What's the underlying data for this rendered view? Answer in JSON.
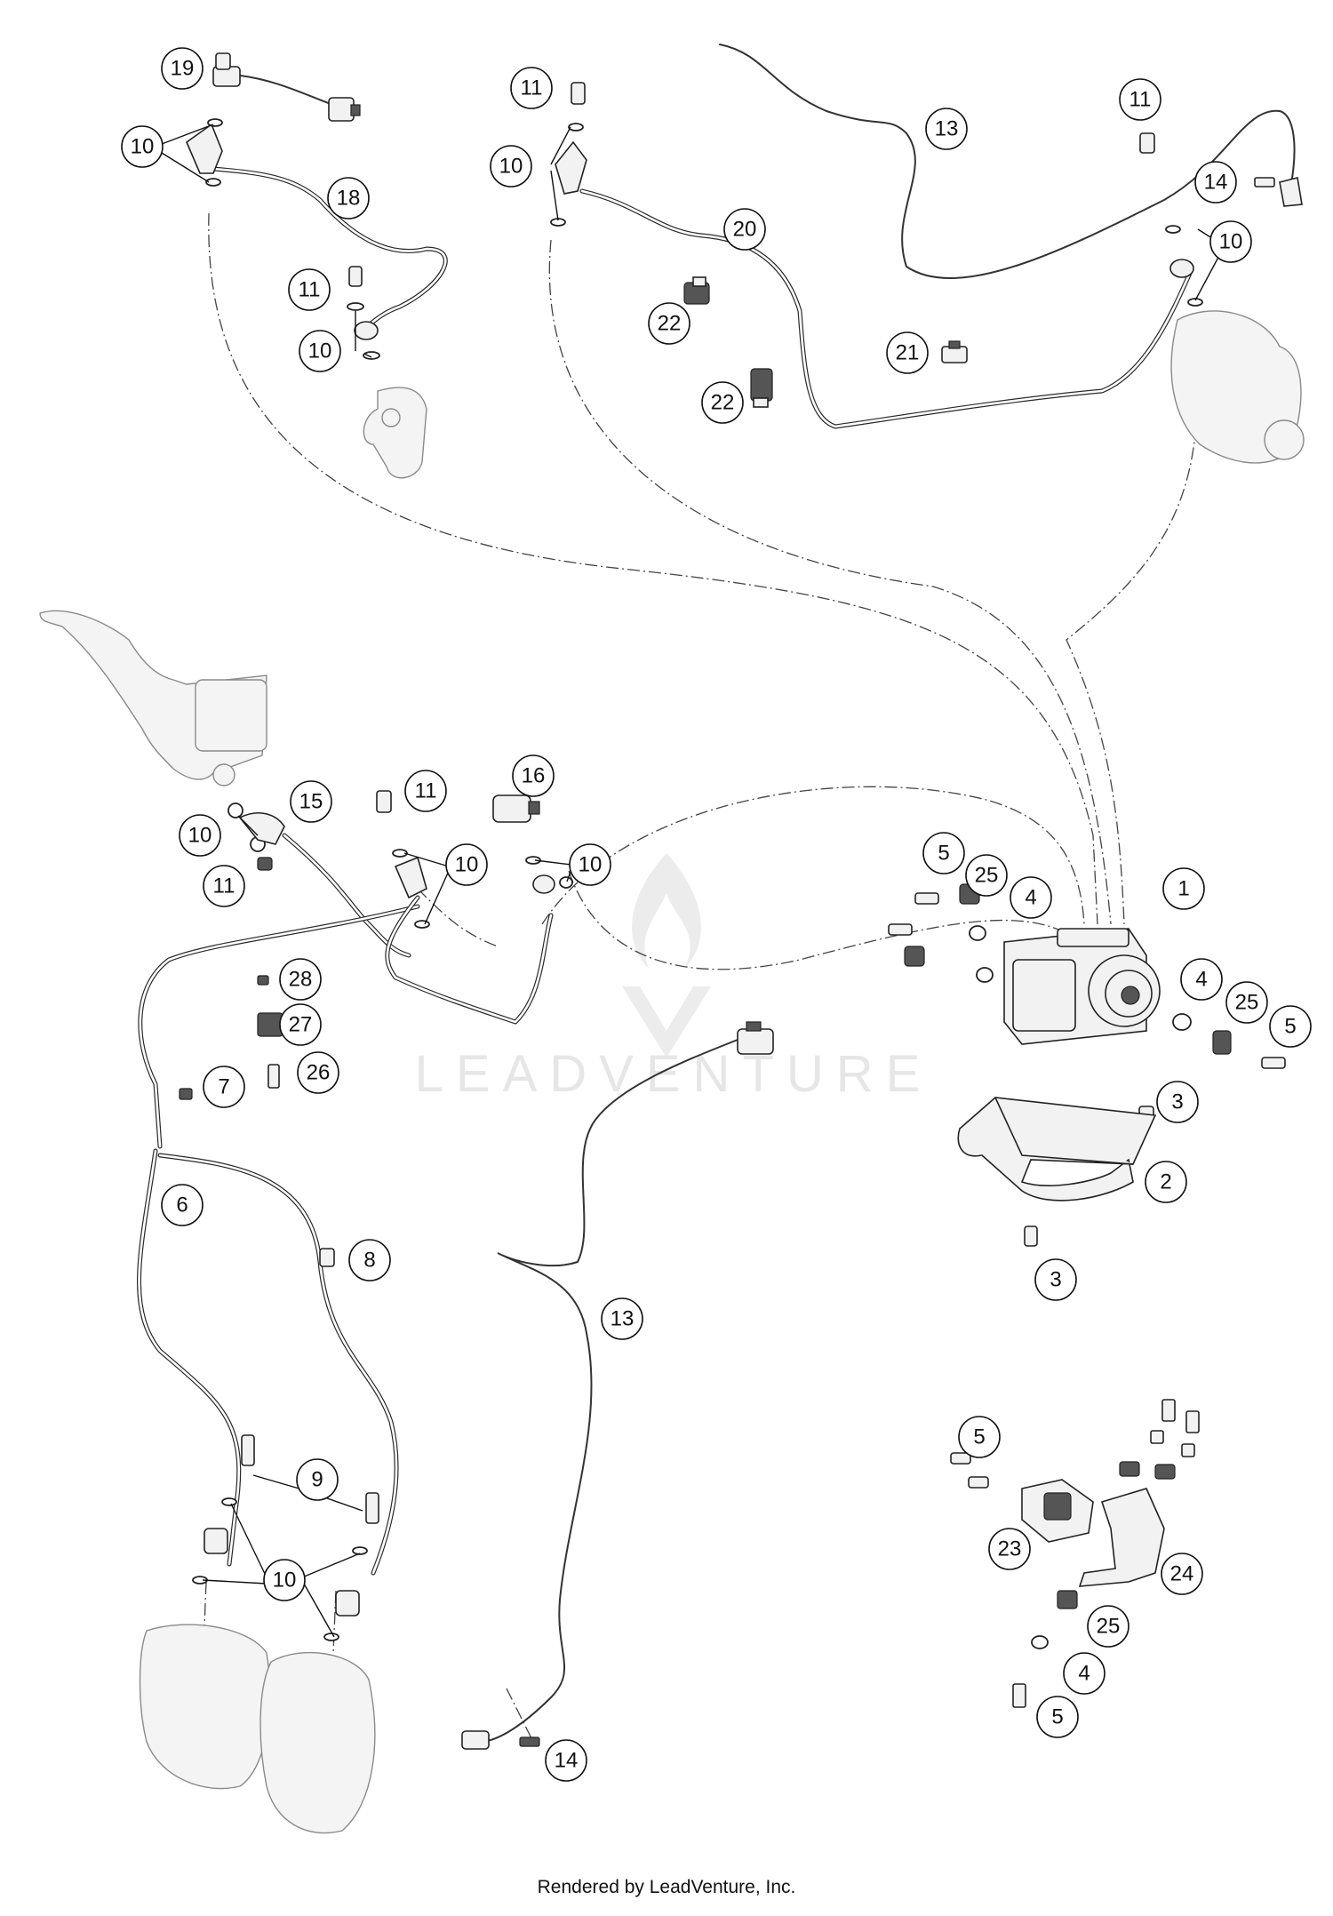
{
  "watermark": "LEADVENTURE",
  "footer": "Rendered by LeadVenture, Inc.",
  "callouts": [
    "19",
    "10",
    "18",
    "11",
    "10",
    "11",
    "10",
    "20",
    "22",
    "22",
    "13",
    "21",
    "11",
    "14",
    "10",
    "10",
    "11",
    "15",
    "11",
    "10",
    "11",
    "10",
    "16",
    "10",
    "28",
    "27",
    "26",
    "7",
    "6",
    "8",
    "9",
    "9",
    "10",
    "13",
    "14",
    "5",
    "25",
    "4",
    "1",
    "4",
    "25",
    "5",
    "3",
    "2",
    "3",
    "5",
    "23",
    "24",
    "25",
    "4",
    "5"
  ]
}
